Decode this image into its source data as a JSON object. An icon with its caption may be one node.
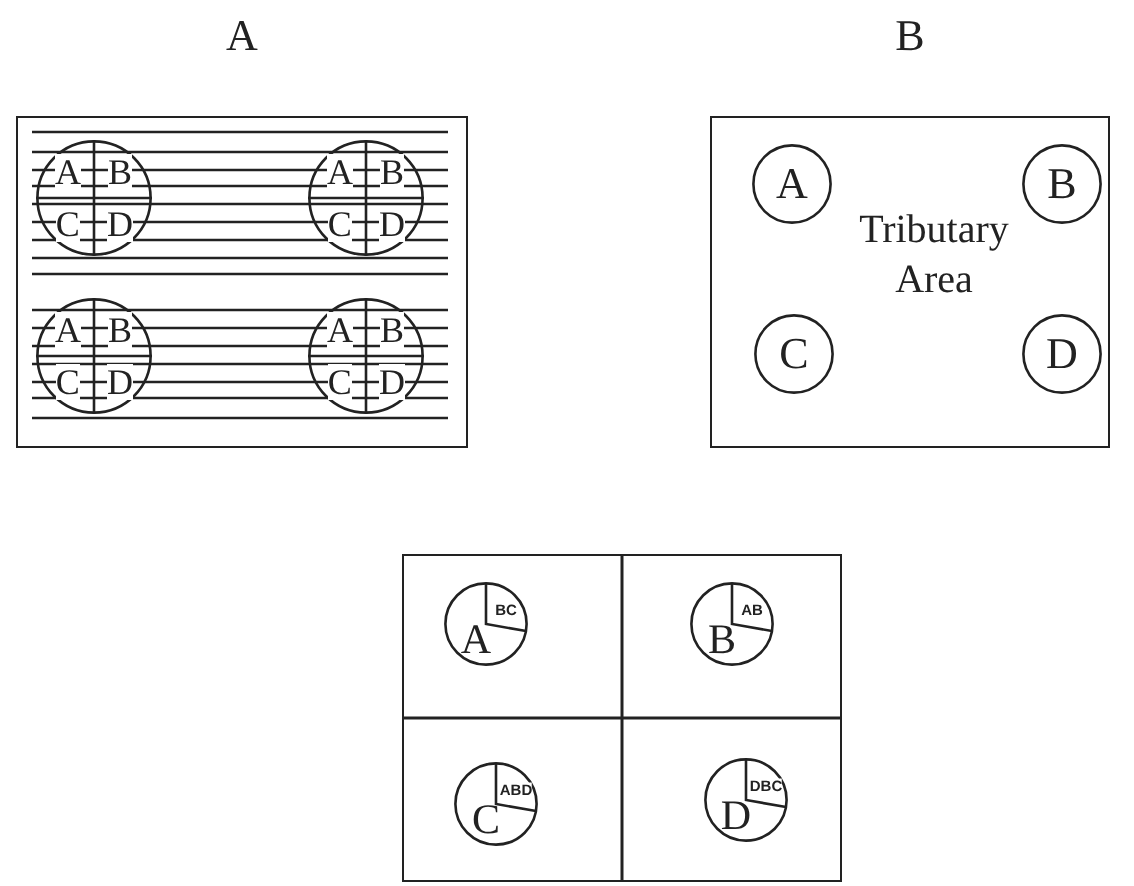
{
  "diagram": {
    "nodes": [
      {
        "text": [
          "A"
        ]
      },
      {
        "text": [
          "A",
          "B",
          "C",
          "D"
        ],
        "in": 0
      },
      {
        "text": [
          "A",
          "B",
          "C",
          "D"
        ],
        "in": 0
      },
      {
        "text": [
          "A",
          "B",
          "C",
          "D"
        ],
        "in": 0
      },
      {
        "text": [
          "A",
          "B",
          "C",
          "D"
        ],
        "in": 0
      },
      {
        "text": [
          "B",
          "Tributary Area"
        ]
      },
      {
        "text": [
          "A"
        ],
        "in": 5
      },
      {
        "text": [
          "B"
        ],
        "in": 5
      },
      {
        "text": [
          "C"
        ],
        "in": 5
      },
      {
        "text": [
          "D"
        ],
        "in": 5
      },
      {
        "text": [],
        "shape": "box"
      },
      {
        "text": [
          "BC",
          "A"
        ],
        "in": 10
      },
      {
        "text": [
          "AB",
          "B"
        ],
        "in": 10
      },
      {
        "text": [
          "ABD",
          "C"
        ],
        "in": 10
      },
      {
        "text": [
          "DBC",
          "D"
        ],
        "in": 10
      }
    ]
  }
}
